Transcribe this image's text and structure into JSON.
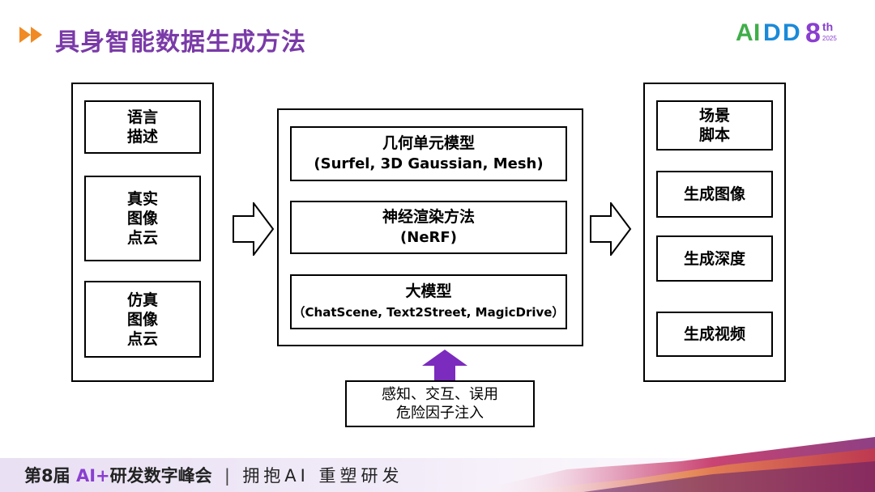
{
  "header": {
    "title": "具身智能数据生成方法",
    "logo": {
      "text": "AIDD",
      "edition": "8",
      "edition_suffix": "th",
      "year": "2025",
      "colors": [
        "#3fae49",
        "#1a8ad8",
        "#8a3fd0"
      ]
    }
  },
  "left_column": {
    "items": [
      {
        "label": "语言\n描述"
      },
      {
        "label": "真实\n图像\n点云"
      },
      {
        "label": "仿真\n图像\n点云"
      }
    ]
  },
  "middle_column": {
    "items": [
      {
        "line1": "几何单元模型",
        "line2": "(Surfel, 3D Gaussian, Mesh)"
      },
      {
        "line1": "神经渲染方法",
        "line2": "(NeRF)"
      },
      {
        "line1": "大模型",
        "line2": "（ChatScene, Text2Street, MagicDrive）"
      }
    ]
  },
  "right_column": {
    "items": [
      {
        "label": "场景\n脚本"
      },
      {
        "label": "生成图像"
      },
      {
        "label": "生成深度"
      },
      {
        "label": "生成视频"
      }
    ]
  },
  "bottom_input": {
    "label": "感知、交互、误用\n危险因子注入"
  },
  "colors": {
    "accent": "#7a3aa8",
    "up_arrow": "#7b2bbd",
    "chevrons": "#f08a24"
  },
  "footer": {
    "prefix": "第8届 ",
    "highlight": "AI+",
    "suffix": "研发数字峰会",
    "separator": "|",
    "slogan": "拥抱AI 重塑研发"
  }
}
